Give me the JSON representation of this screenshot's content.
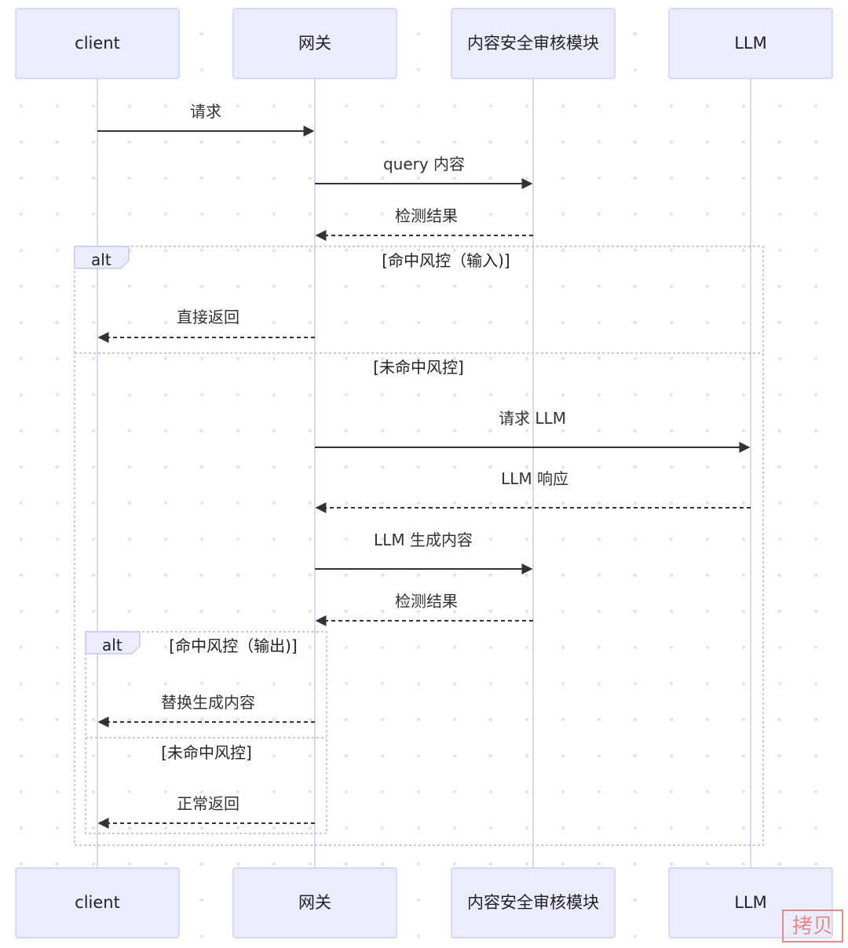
{
  "participants": [
    {
      "id": "client",
      "label": "client"
    },
    {
      "id": "gateway",
      "label": "网关"
    },
    {
      "id": "moderation",
      "label": "内容安全审核模块"
    },
    {
      "id": "llm",
      "label": "LLM"
    }
  ],
  "messages": [
    {
      "from": "client",
      "to": "gateway",
      "text": "请求",
      "style": "solid"
    },
    {
      "from": "gateway",
      "to": "moderation",
      "text": "query 内容",
      "style": "solid"
    },
    {
      "from": "moderation",
      "to": "gateway",
      "text": "检测结果",
      "style": "dashed"
    },
    {
      "from": "gateway",
      "to": "client",
      "text": "直接返回",
      "style": "dashed"
    },
    {
      "from": "gateway",
      "to": "llm",
      "text": "请求 LLM",
      "style": "solid"
    },
    {
      "from": "llm",
      "to": "gateway",
      "text": "LLM 响应",
      "style": "dashed"
    },
    {
      "from": "gateway",
      "to": "moderation",
      "text": "LLM 生成内容",
      "style": "solid"
    },
    {
      "from": "moderation",
      "to": "gateway",
      "text": "检测结果",
      "style": "dashed"
    },
    {
      "from": "gateway",
      "to": "client",
      "text": "替换生成内容",
      "style": "dashed"
    },
    {
      "from": "gateway",
      "to": "client",
      "text": "正常返回",
      "style": "dashed"
    }
  ],
  "frames": [
    {
      "tab": "alt",
      "condition": "[命中风控（输入)]",
      "else_condition": "[未命中风控]"
    },
    {
      "tab": "alt",
      "condition": "[命中风控（输出)]",
      "else_condition": "[未命中风控]"
    }
  ],
  "watermark": "拷贝"
}
